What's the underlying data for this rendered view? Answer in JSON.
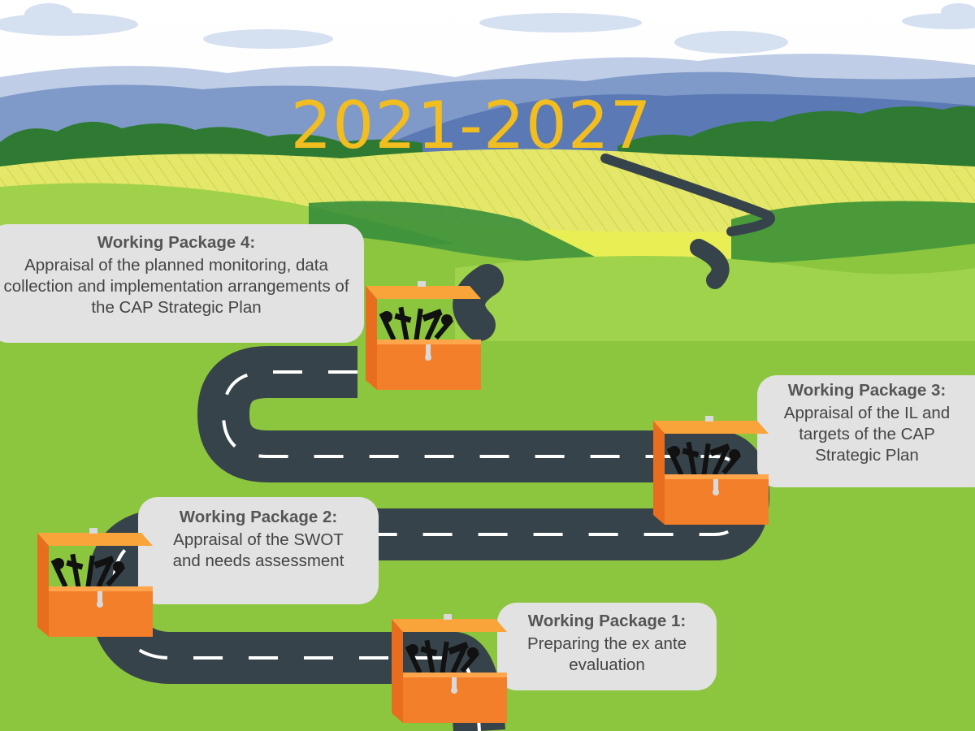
{
  "year_banner": "2021-2027",
  "colors": {
    "sky": "#ffffff",
    "year": "#f2bd1f",
    "grass": "#8cc63f",
    "road": "#37434a",
    "card": "#e2e2e2",
    "toolbox": "#f47f2a"
  },
  "packages": [
    {
      "title": "Working Package 1:",
      "text": "Preparing the ex ante evaluation"
    },
    {
      "title": "Working Package 2:",
      "text": "Appraisal of the SWOT and needs assessment"
    },
    {
      "title": "Working Package 3:",
      "text": "Appraisal of the IL and targets of the CAP Strategic Plan"
    },
    {
      "title": "Working Package 4:",
      "text": "Appraisal of the planned monitoring, data collection and implementation arrangements of the CAP Strategic Plan"
    }
  ],
  "icons": [
    "toolbox-icon",
    "cloud-icon",
    "mountain-icon",
    "road-icon"
  ]
}
